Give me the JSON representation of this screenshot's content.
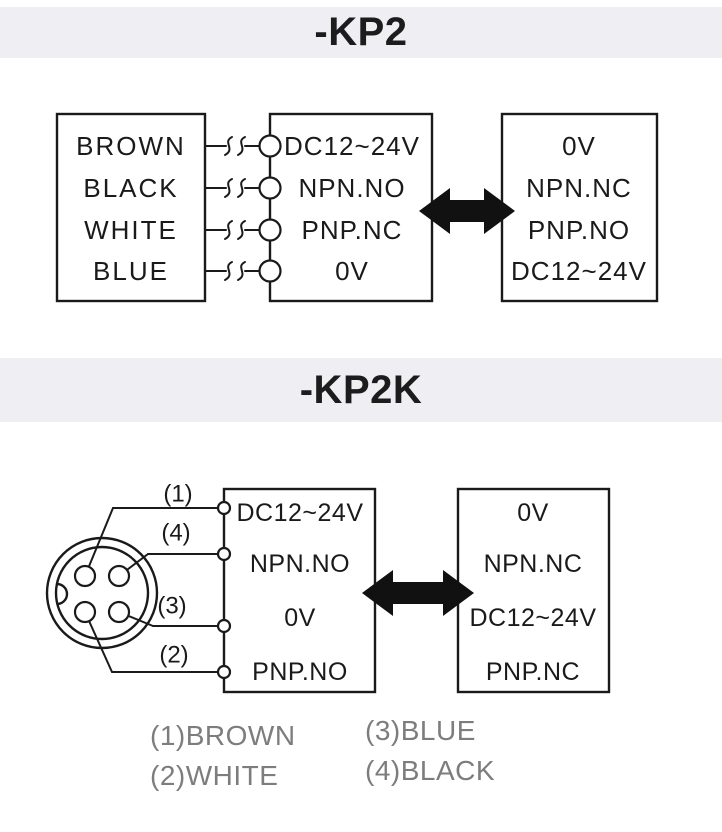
{
  "sections": {
    "kp2": {
      "title": "-KP2",
      "wire_box": [
        "BROWN",
        "BLACK",
        "WHITE",
        "BLUE"
      ],
      "output_box": [
        "DC12~24V",
        "NPN.NO",
        "PNP.NC",
        "0V"
      ],
      "inverse_box": [
        "0V",
        "NPN.NC",
        "PNP.NO",
        "DC12~24V"
      ]
    },
    "kp2k": {
      "title": "-KP2K",
      "pin_labels": [
        "(1)",
        "(4)",
        "(3)",
        "(2)"
      ],
      "output_box": [
        "DC12~24V",
        "NPN.NO",
        "0V",
        "PNP.NO"
      ],
      "inverse_box": [
        "0V",
        "NPN.NC",
        "DC12~24V",
        "PNP.NC"
      ],
      "legend": {
        "col1": [
          "(1)BROWN",
          "(2)WHITE"
        ],
        "col2": [
          "(3)BLUE",
          "(4)BLACK"
        ]
      }
    }
  },
  "icons": {
    "double_arrow": "bidirectional-arrow",
    "connector": "m12-4pin-connector",
    "cable_break": "wire-break-symbol"
  },
  "colors": {
    "band_bg": "#efeef3",
    "line": "#1a1a1a",
    "title_text": "#1c1c1c",
    "legend_text": "#7d7d7d",
    "page_bg": "#ffffff"
  }
}
